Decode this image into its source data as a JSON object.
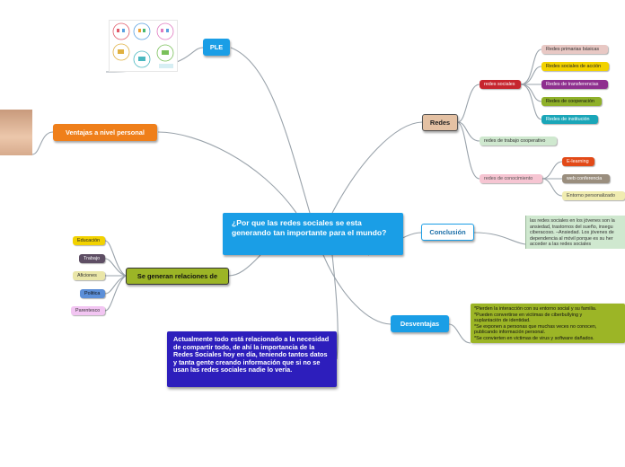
{
  "central": "¿Por que las redes sociales se esta generando tan importante para el mundo?",
  "ple": "PLE",
  "ventajas": "Ventajas a nivel personal",
  "relaciones": {
    "label": "Se generan relaciones de",
    "items": [
      "Educación",
      "Trabajo",
      "Aficiones",
      "Politica",
      "Parentesco"
    ]
  },
  "redes": {
    "label": "Redes",
    "sociales": {
      "label": "redes sociales",
      "items": [
        "Redes primarias básicas",
        "Redes sociales de acción",
        "Redes de transferencias",
        "Redes de cooperación",
        "Redes de institución"
      ]
    },
    "trabajo": "redes de trabajo cooperativo",
    "conocimiento": {
      "label": "redes de conocimiento",
      "items": [
        "E-learning",
        "web conferencia",
        "Entorno personalizado"
      ]
    }
  },
  "conclusion": {
    "label": "Conclusión",
    "text": [
      "las redes sociales en los jóvenes son la",
      "ansiedad, trastornos del sueño, insegu",
      "ciberacoso. –Ansiedad. Los jóvenes de",
      "dependencia al móvil porque es su her",
      "acceder a las redes sociales"
    ]
  },
  "desventajas": {
    "label": "Desventajas",
    "text": [
      "*Pierden la interacción con su entorno social y su familia.",
      "*Pueden convertirse en victimas de ciberbullying y",
      "suplantación de identidad.",
      "*Se exponen a personas que muchas veces no conocen,",
      "publicando información personal.",
      " *Se convierten en victimas de virus y software dañados."
    ]
  },
  "actualmente": "Actualmente todo está relacionado a la necesidad de compartir todo, de ahí la importancia de la Redes Sociales hoy en día, teniendo tantos datos y tanta gente creando información que si no se usan las redes sociales nadie lo vería.",
  "colors": {
    "central": "#1a9ee6",
    "ple": "#1a9ee6",
    "ventajas": "#ef7f1a",
    "relaciones": "#9cb526",
    "redes": "#e4c1a3",
    "conclusion": "#ffffff",
    "desventajas": "#1a9ee6",
    "actualmente": "#2d1ebc",
    "link": "#9aa3ab"
  }
}
